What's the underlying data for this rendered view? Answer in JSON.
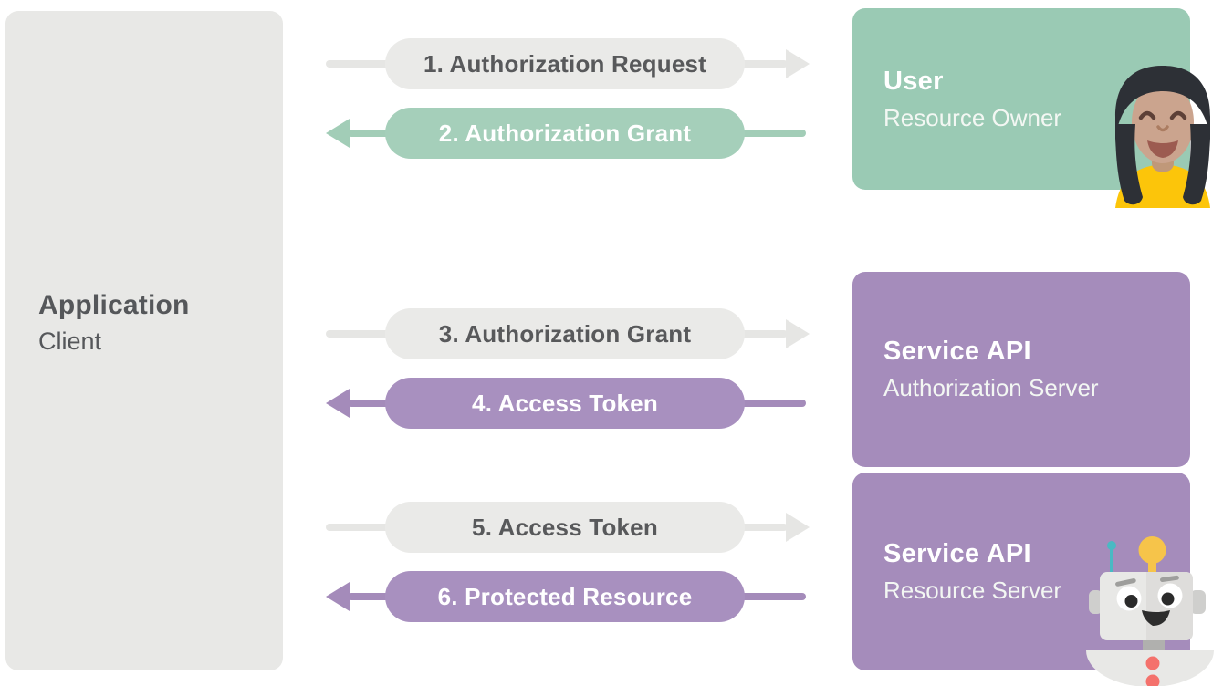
{
  "client_box": {
    "title": "Application",
    "subtitle": "Client"
  },
  "flows": [
    {
      "label": "1. Authorization Request",
      "direction": "right",
      "style": "gray"
    },
    {
      "label": "2. Authorization Grant",
      "direction": "left",
      "style": "green"
    },
    {
      "label": "3. Authorization Grant",
      "direction": "right",
      "style": "gray"
    },
    {
      "label": "4. Access Token",
      "direction": "left",
      "style": "purple"
    },
    {
      "label": "5. Access Token",
      "direction": "right",
      "style": "gray"
    },
    {
      "label": "6. Protected Resource",
      "direction": "left",
      "style": "purple"
    }
  ],
  "actors": [
    {
      "title": "User",
      "subtitle": "Resource Owner",
      "style": "green",
      "illustration": "woman-avatar"
    },
    {
      "title": "Service API",
      "subtitle": "Authorization Server",
      "style": "purple",
      "illustration": ""
    },
    {
      "title": "Service API",
      "subtitle": "Resource Server",
      "style": "purple",
      "illustration": "robot"
    }
  ],
  "colors": {
    "green_box": "#9acab4",
    "green_pill": "#a5cfba",
    "purple_box": "#a58cbb",
    "purple_pill": "#a890bf",
    "gray_box": "#e8e8e6",
    "gray_pill": "#eaeae8",
    "dark_text": "#55575a",
    "light_text": "#ffffff",
    "shirt_yellow": "#fcc50a",
    "button_coral": "#f4716c",
    "antenna_teal": "#4ab9c3",
    "antenna_yellow": "#f6c44a"
  }
}
